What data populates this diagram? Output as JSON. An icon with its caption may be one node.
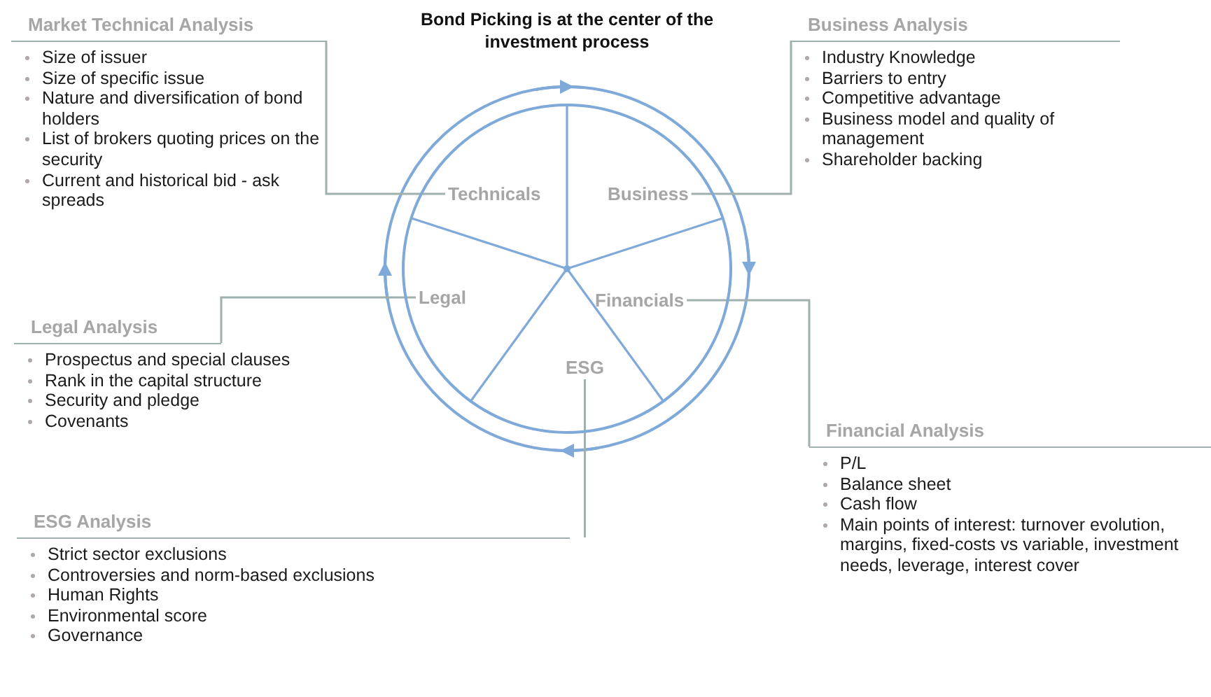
{
  "diagram": {
    "title": "Bond Picking is at the center of the investment process",
    "nodes": [
      {
        "text": [],
        "shape": "circle"
      },
      {
        "text": [
          "Technicals"
        ],
        "in": 0
      },
      {
        "text": [
          "Business"
        ],
        "in": 0
      },
      {
        "text": [
          "Legal"
        ],
        "in": 0
      },
      {
        "text": [
          "Financials"
        ],
        "in": 0
      },
      {
        "text": [
          "ESG"
        ],
        "in": 0
      },
      {
        "text": [
          "Market Technical Analysis",
          "Size of issuer",
          "Size of specific issue",
          "Nature and diversification of bond holders",
          "List of brokers quoting prices on the security",
          "Current and historical bid - ask spreads"
        ]
      },
      {
        "text": [
          "Business Analysis",
          "Industry Knowledge",
          "Barriers to entry",
          "Competitive advantage",
          "Business model and quality of management",
          "Shareholder backing"
        ]
      },
      {
        "text": [
          "Legal Analysis",
          "Prospectus and special clauses",
          "Rank in the capital structure",
          "Security and pledge",
          "Covenants"
        ]
      },
      {
        "text": [
          "Financial Analysis",
          "P/L",
          "Balance sheet",
          "Cash flow",
          "Main points of interest: turnover evolution, margins, fixed-costs vs variable, investment needs, leverage, interest cover"
        ]
      },
      {
        "text": [
          "ESG Analysis",
          "Strict sector exclusions",
          "Controversies and norm-based exclusions",
          "Human Rights",
          "Environmental score",
          "Governance"
        ]
      }
    ],
    "edges": [
      {
        "from": 1,
        "to": 6,
        "arrow": "none"
      },
      {
        "from": 2,
        "to": 7,
        "arrow": "none"
      },
      {
        "from": 3,
        "to": 8,
        "arrow": "none"
      },
      {
        "from": 4,
        "to": 9,
        "arrow": "none"
      },
      {
        "from": 5,
        "to": 10,
        "arrow": "none"
      }
    ]
  }
}
